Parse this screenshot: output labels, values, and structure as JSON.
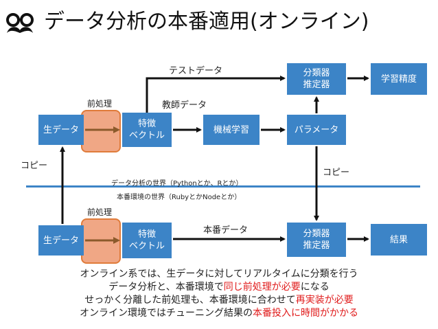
{
  "title": "データ分析の本番適用(オンライン)",
  "logo_icon": "glasses-mustache-icon",
  "nodes": {
    "raw_top": "生データ",
    "feat_top": [
      "特徴",
      "ベクトル"
    ],
    "ml": "機械学習",
    "param": "パラメータ",
    "clf_top": [
      "分類器",
      "推定器"
    ],
    "accuracy": "学習精度",
    "raw_bottom": "生データ",
    "feat_bottom": [
      "特徴",
      "ベクトル"
    ],
    "clf_bottom": [
      "分類器",
      "推定器"
    ],
    "result": "結果"
  },
  "preprocess_top": "前処理",
  "preprocess_bottom": "前処理",
  "edges": {
    "test_data": "テストデータ",
    "teacher_data": "教師データ",
    "copy_left": "コピー",
    "copy_right": "コピー",
    "prod_data": "本番データ"
  },
  "worlds": {
    "analysis": "データ分析の世界（Pythonとか、Rとか）",
    "production": "本番環境の世界（RubyとかNodeとか）"
  },
  "caption": {
    "line1": "オンライン系では、生データに対してリアルタイムに分類を行う",
    "line2_pre": "データ分析と、本番環境で",
    "line2_red": "同じ前処理が必要",
    "line2_post": "になる",
    "line3_pre": "せっかく分離した前処理も、本番環境に合わせて",
    "line3_red": "再実装が必要",
    "line4_pre": "オンライン環境ではチューニング結果の",
    "line4_red": "本番投入に時間がかかる"
  },
  "colors": {
    "box": "#3c84c7",
    "divider": "#3c84c7",
    "preprocess_fill": "#f0a785",
    "preprocess_border": "#e07b3a",
    "arrow": "#111111",
    "pre_arrow": "#8b5a2b",
    "highlight": "#e01b1b"
  }
}
